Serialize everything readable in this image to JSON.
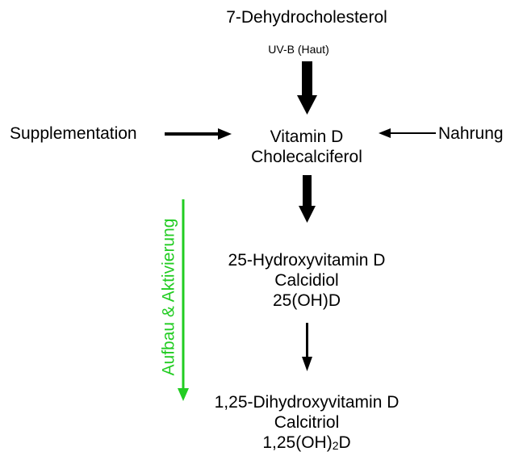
{
  "nodes": {
    "dehydro": "7-Dehydrocholesterol",
    "uvb": "UV-B (Haut)",
    "supplementation": "Supplementation",
    "nahrung": "Nahrung",
    "vitd": {
      "line1": "Vitamin D",
      "line2": "Cholecalciferol"
    },
    "hydroxy25": {
      "line1": "25-Hydroxyvitamin D",
      "line2": "Calcidiol",
      "line3": "25(OH)D"
    },
    "dihydroxy": {
      "line1": "1,25-Dihydroxyvitamin D",
      "line2": "Calcitriol",
      "line3_prefix": "1,25(OH)",
      "line3_sub": "2",
      "line3_suffix": "D"
    }
  },
  "side_label": "Aufbau & Aktivierung",
  "colors": {
    "text": "#000000",
    "arrow": "#000000",
    "accent": "#22cc22"
  }
}
